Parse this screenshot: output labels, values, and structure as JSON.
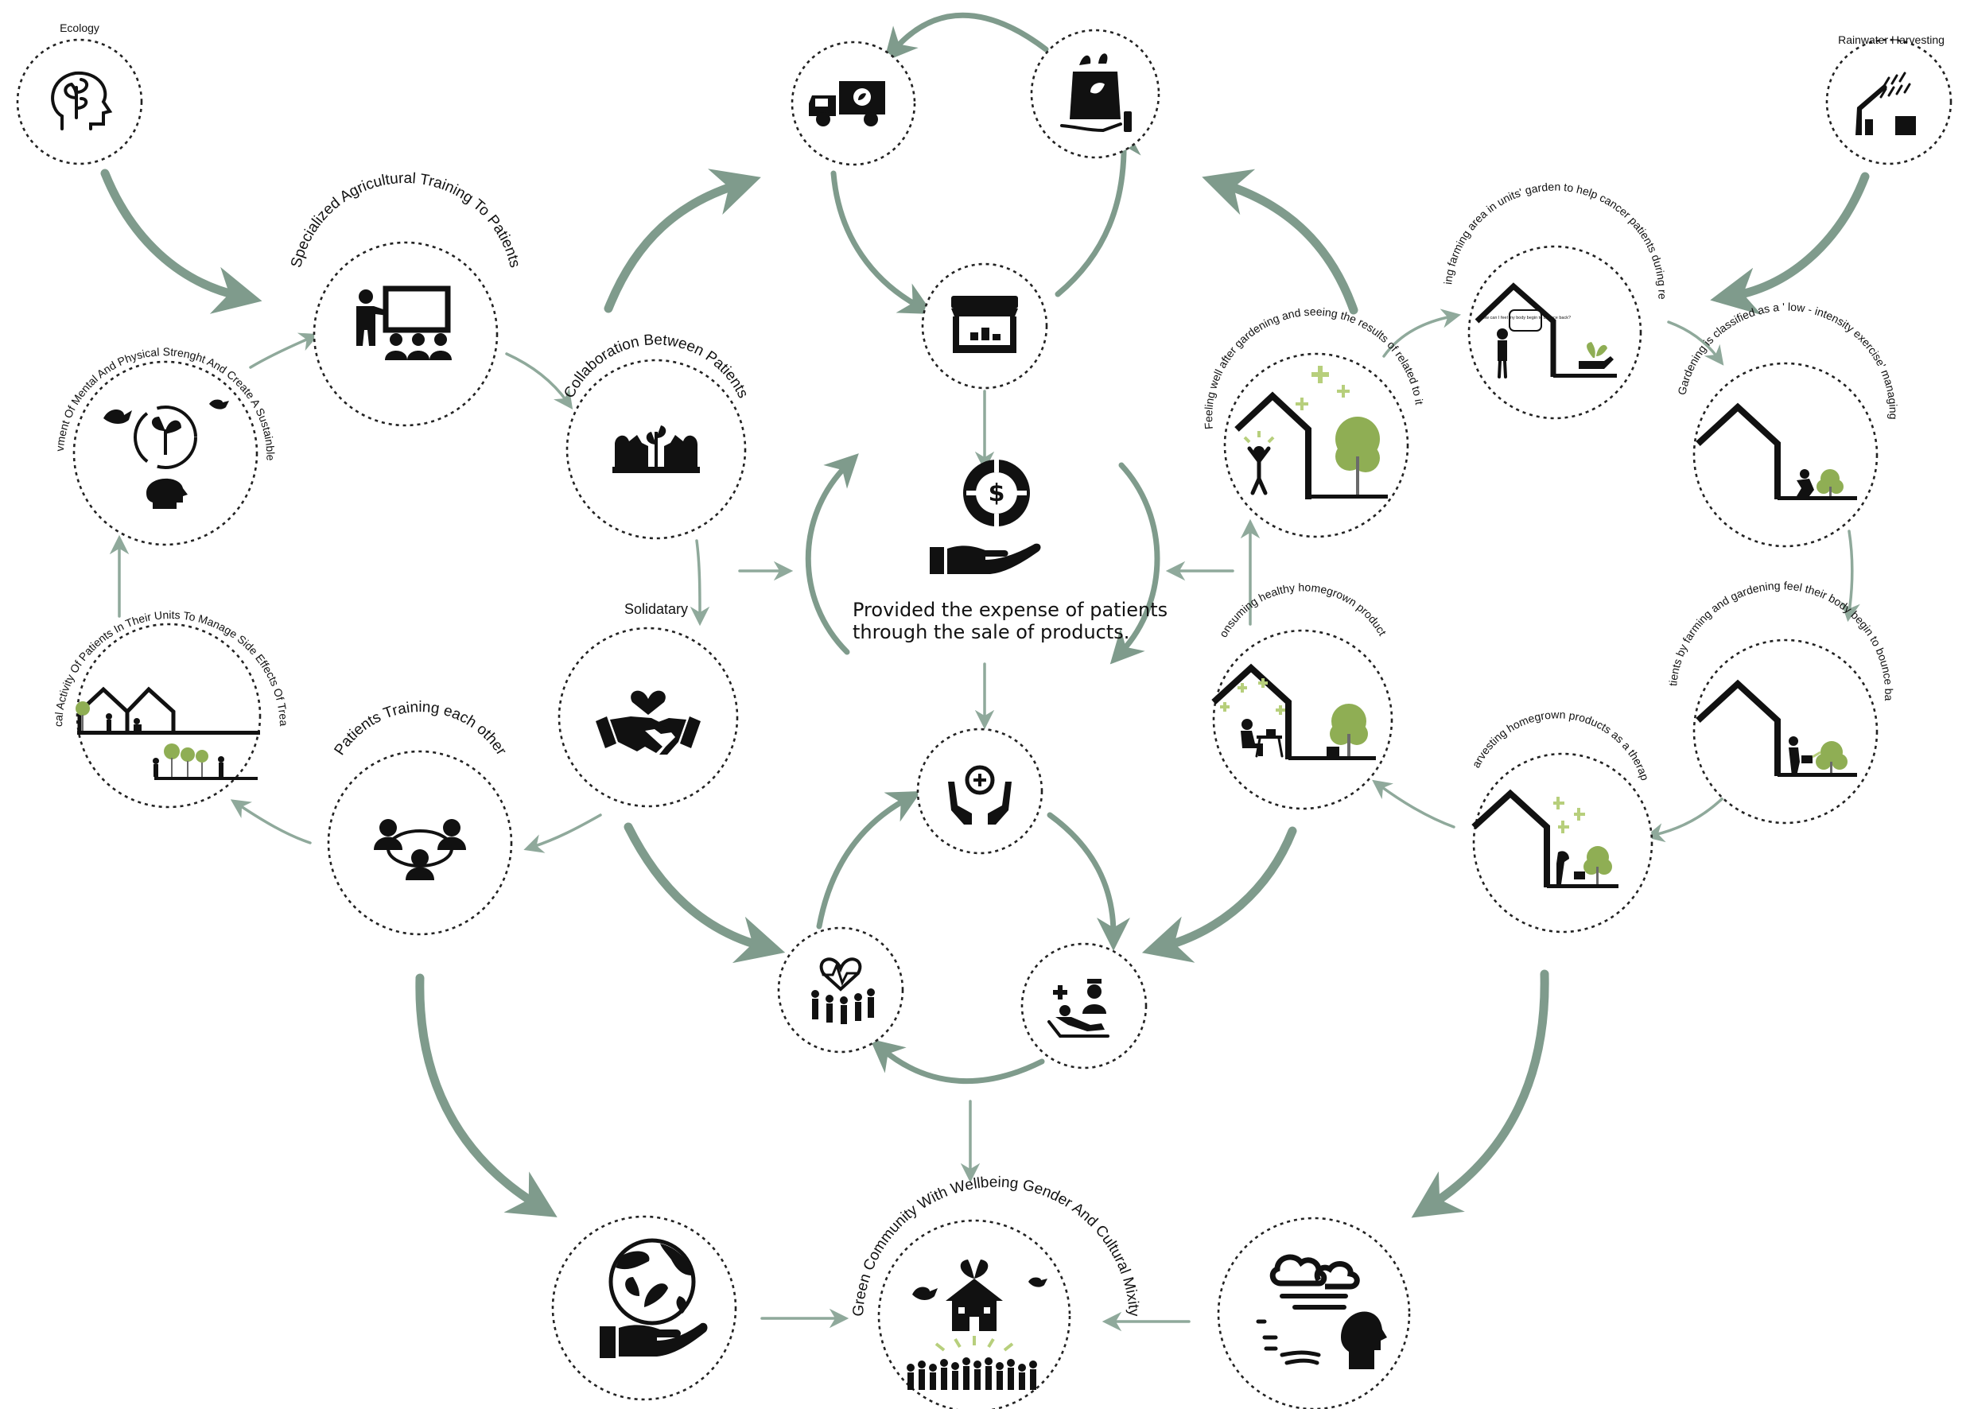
{
  "labels": {
    "ecology": "Ecology",
    "rainwater": "Rainwater Harvesting",
    "training": "Specialized Agricultural Training To Patients",
    "improvement": "Improvment Of Mental And Physical Strenght And Create A Sustainble Future",
    "collaboration": "Collaboration Between Patients",
    "solidatary": "Solidatary",
    "physical_activity": "Physical Activity Of Patients In Their Units To Manage Side Effects Of Treatment",
    "patients_training": "Patients Training each other",
    "feeling_well": "Feeling well after gardening and seeing the results of related to it",
    "providing_farming": "Providing farming area in units' garden to help cancer patients during recovery",
    "gardening_classified": "Gardening is classified as a ' low - intensity exercise' managing",
    "consuming": "Consuming healthy homegrown products",
    "body_bounce": "Patients by farming and gardening feel their body begin to bounce back",
    "harvesting": "Harvesting homegrown products as a theraphy",
    "green_community": "Green Community With Wellbeing Gender And Cultural Mixity",
    "speech_bubble": "How can I feel my body begin to bounce back?"
  },
  "center": {
    "line1": "Provided the expense of patients",
    "line2": "through the sale of products."
  },
  "icons": {
    "ecology": "head-plant-icon",
    "rainwater": "rain-house-icon",
    "truck": "delivery-truck-icon",
    "bag": "grocery-bag-icon",
    "market": "market-stall-icon",
    "money": "money-hand-icon",
    "training": "classroom-icon",
    "improvement": "growth-cycle-icon",
    "collaboration": "sprout-hands-icon",
    "solidatary": "heart-handshake-icon",
    "health": "health-hands-icon",
    "heart_people": "heart-people-icon",
    "nurse": "nurse-patient-icon",
    "patients_training": "team-icon",
    "globe": "globe-hand-icon",
    "community": "community-icon",
    "breath": "clean-air-icon"
  },
  "colors": {
    "arrow": "#7f9b8c",
    "accent_green": "#b7cf7c",
    "tree": "#8fae54",
    "ink": "#111111"
  }
}
